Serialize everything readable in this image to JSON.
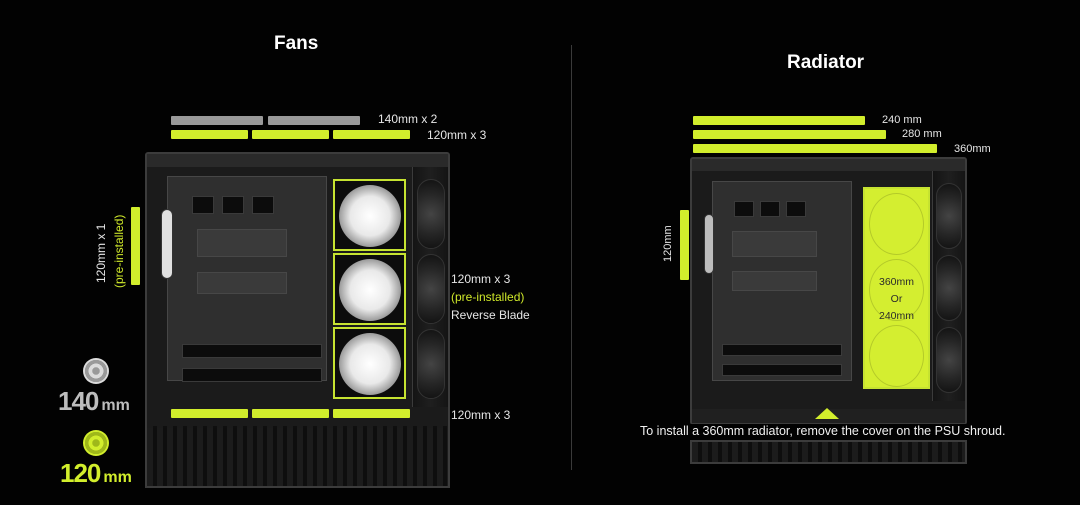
{
  "fans": {
    "title": "Fans",
    "top_140": "140mm x 2",
    "top_120": "120mm x 3",
    "rear_size": "120mm x 1",
    "rear_note": "(pre-installed)",
    "side_size": "120mm x 3",
    "side_note": "(pre-installed)",
    "side_blade": "Reverse Blade",
    "bottom": "120mm x 3"
  },
  "radiator": {
    "title": "Radiator",
    "top_240": "240 mm",
    "top_280": "280 mm",
    "top_360": "360mm",
    "rear": "120mm",
    "side_line1": "360mm",
    "side_line2": "Or",
    "side_line3": "240mm",
    "psu_note": "To install a 360mm radiator, remove the cover on the PSU shroud."
  },
  "legend": {
    "size140_num": "140",
    "size140_unit": "mm",
    "size120_num": "120",
    "size120_unit": "mm"
  },
  "colors": {
    "accent": "#d2ee2c",
    "gray_bar": "#9a9a9a",
    "background": "#020202"
  }
}
